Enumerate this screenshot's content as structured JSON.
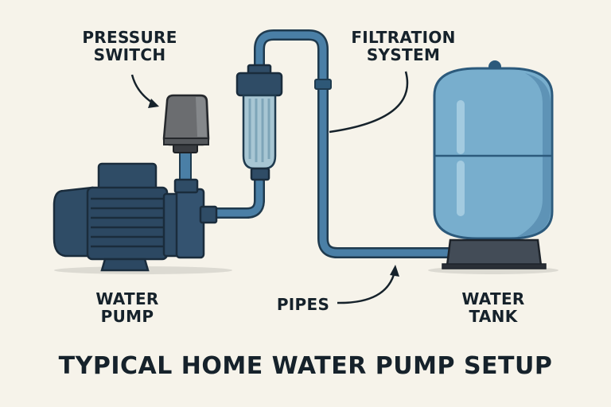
{
  "title": "TYPICAL HOME WATER PUMP SETUP",
  "labels": {
    "pressure_switch": [
      "PRESSURE",
      "SWITCH"
    ],
    "filtration_system": [
      "FILTRATION",
      "SYSTEM"
    ],
    "water_pump": [
      "WATER",
      "PUMP"
    ],
    "pipes": "PIPES",
    "water_tank": [
      "WATER",
      "TANK"
    ]
  },
  "colors": {
    "background": "#f6f3ea",
    "pipe": "#4a7fa6",
    "pipe_outline": "#1f3a4e",
    "pump": "#2e4a63",
    "tank": "#78aecd",
    "switch": "#6a6a6a",
    "text": "#16222b"
  }
}
